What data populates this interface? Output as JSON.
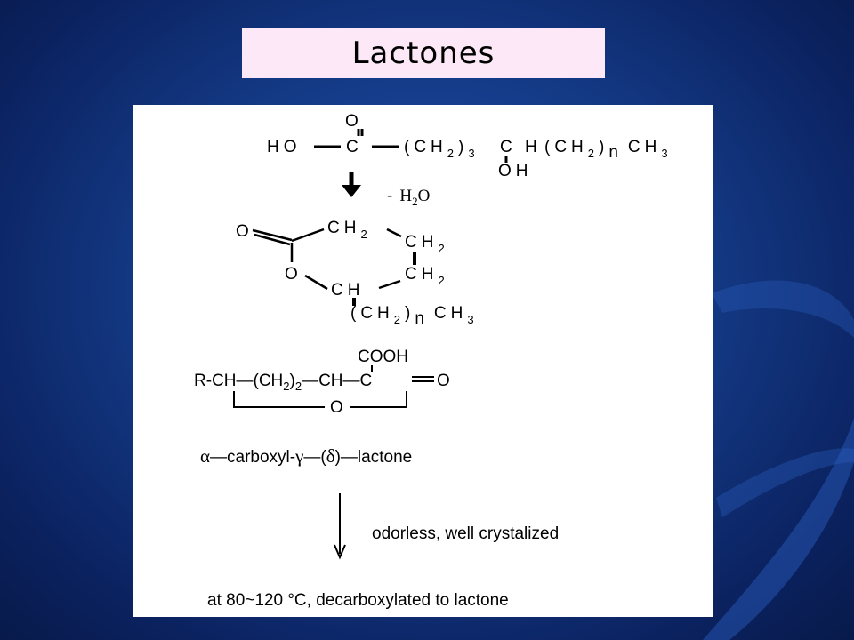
{
  "slide": {
    "title": "Lactones"
  },
  "figure": {
    "reactant": {
      "left": "HO",
      "carbonyl_O": "O",
      "carbon": "C",
      "chain": "(CH",
      "chain_sub": "2",
      "chain_close": ")",
      "chain_count": "3",
      "ch_c": "C",
      "ch_h": "H",
      "tail": "(CH",
      "tail_sub": "2",
      "tail_close": ")",
      "tail_n": "n",
      "tail_end": "CH",
      "tail_end_sub": "3",
      "oh": "OH"
    },
    "step1": {
      "minus": "-",
      "water": "H",
      "water_sub": "2",
      "water_end": "O"
    },
    "ring": {
      "exo_O": "O",
      "ring_O": "O",
      "ch2_top": "CH",
      "ch2_top_sub": "2",
      "ch2_right1": "CH",
      "ch2_right1_sub": "2",
      "ch2_right2": "CH",
      "ch2_right2_sub": "2",
      "ch_bottom": "CH",
      "side": "(CH",
      "side_sub": "2",
      "side_close": ")",
      "side_n": "n",
      "side_end": "CH",
      "side_end_sub": "3"
    },
    "acid": {
      "cooh": "COOH",
      "r_chain": "R-CH—(CH",
      "r_chain_sub": "2",
      "r_chain_close": ")",
      "r_chain_count": "2",
      "mid": "—CH—C",
      "dbl_O": "O",
      "ring_O": "O"
    },
    "name": {
      "alpha": "α",
      "part1": "—carboxyl-",
      "gamma": "γ",
      "part2": "—(",
      "delta": "δ",
      "part3": ")—lactone"
    },
    "note": "odorless, well crystalized",
    "condition": "at 80~120 °C, decarboxylated to lactone"
  }
}
